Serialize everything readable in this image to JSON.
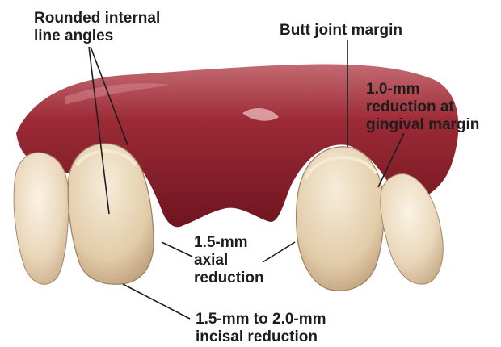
{
  "labels": {
    "rounded": {
      "line1": "Rounded internal",
      "line2": "line angles"
    },
    "butt_joint": {
      "line1": "Butt joint margin"
    },
    "gingival": {
      "line1": "1.0-mm",
      "line2": "reduction at",
      "line3": "gingival margin"
    },
    "axial": {
      "line1": "1.5-mm",
      "line2": "axial",
      "line3": "reduction"
    },
    "incisal": {
      "line1": "1.5-mm to 2.0-mm",
      "line2": "incisal reduction"
    }
  },
  "colors": {
    "gum": "#8a1f2a",
    "gum_light": "#b8404c",
    "tooth": "#efe1c9",
    "tooth_shadow": "#c9ad8b",
    "leader": "#1d1d1d"
  }
}
